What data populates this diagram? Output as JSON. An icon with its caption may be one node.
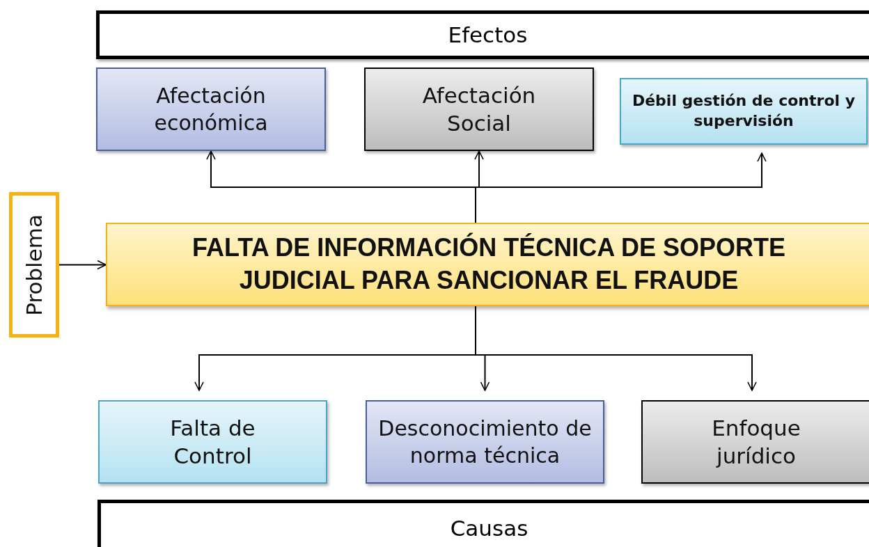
{
  "diagram": {
    "nodes": [
      {
        "text": [
          "Efectos"
        ]
      },
      {
        "text": [
          "Afectación económica"
        ]
      },
      {
        "text": [
          "Afectación Social"
        ]
      },
      {
        "text": [
          "Débil gestión de control y supervisión"
        ]
      },
      {
        "text": [
          "Problema"
        ]
      },
      {
        "text": [
          "FALTA DE INFORMACIÓN TÉCNICA DE SOPORTE JUDICIAL PARA SANCIONAR EL FRAUDE"
        ]
      },
      {
        "text": [
          "Falta de Control"
        ]
      },
      {
        "text": [
          "Desconocimiento de norma técnica"
        ]
      },
      {
        "text": [
          "Enfoque jurídico"
        ]
      },
      {
        "text": [
          "Causas"
        ]
      }
    ],
    "edges": [
      {
        "from": 5,
        "to": 1,
        "arrow": "to"
      },
      {
        "from": 5,
        "to": 2,
        "arrow": "to"
      },
      {
        "from": 5,
        "to": 3,
        "arrow": "to"
      },
      {
        "from": 4,
        "to": 5,
        "arrow": "to"
      },
      {
        "from": 5,
        "to": 6,
        "arrow": "to"
      },
      {
        "from": 5,
        "to": 7,
        "arrow": "to"
      },
      {
        "from": 5,
        "to": 8,
        "arrow": "to"
      }
    ]
  }
}
